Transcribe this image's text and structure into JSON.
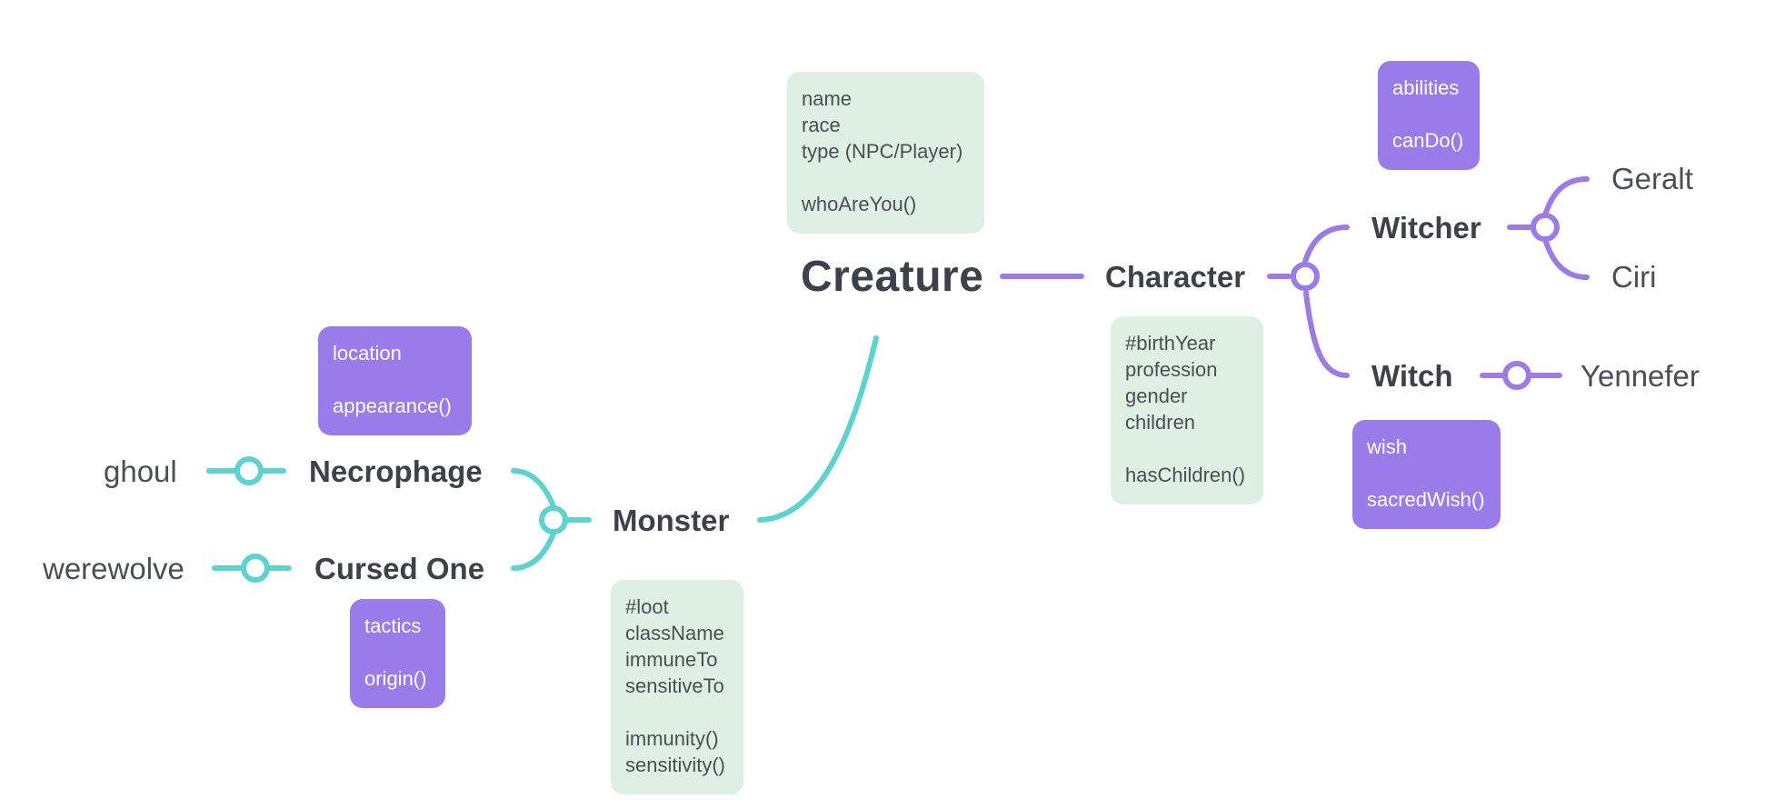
{
  "colors": {
    "teal": "#5fd1cf",
    "purple": "#9c7be7",
    "note_green": "#deefe3",
    "note_purple": "#9a7bea",
    "text": "#3d4149"
  },
  "nodes": {
    "creature": "Creature",
    "character": "Character",
    "witcher": "Witcher",
    "witch": "Witch",
    "geralt": "Geralt",
    "ciri": "Ciri",
    "yennefer": "Yennefer",
    "monster": "Monster",
    "necrophage": "Necrophage",
    "cursed_one": "Cursed One",
    "ghoul": "ghoul",
    "werewolve": "werewolve"
  },
  "notes": {
    "creature": {
      "attributes": [
        "name",
        "race",
        "type (NPC/Player)"
      ],
      "methods": [
        "whoAreYou()"
      ]
    },
    "character": {
      "attributes": [
        "#birthYear",
        "profession",
        "gender",
        "children"
      ],
      "methods": [
        "hasChildren()"
      ]
    },
    "witcher": {
      "attributes": [
        "abilities"
      ],
      "methods": [
        "canDo()"
      ]
    },
    "witch": {
      "attributes": [
        "wish"
      ],
      "methods": [
        "sacredWish()"
      ]
    },
    "monster": {
      "attributes": [
        "#loot",
        "className",
        "immuneTo",
        "sensitiveTo"
      ],
      "methods": [
        "immunity()",
        "sensitivity()"
      ]
    },
    "necrophage": {
      "attributes": [
        "location"
      ],
      "methods": [
        "appearance()"
      ]
    },
    "cursed_one": {
      "attributes": [
        "tactics"
      ],
      "methods": [
        "origin()"
      ]
    }
  }
}
